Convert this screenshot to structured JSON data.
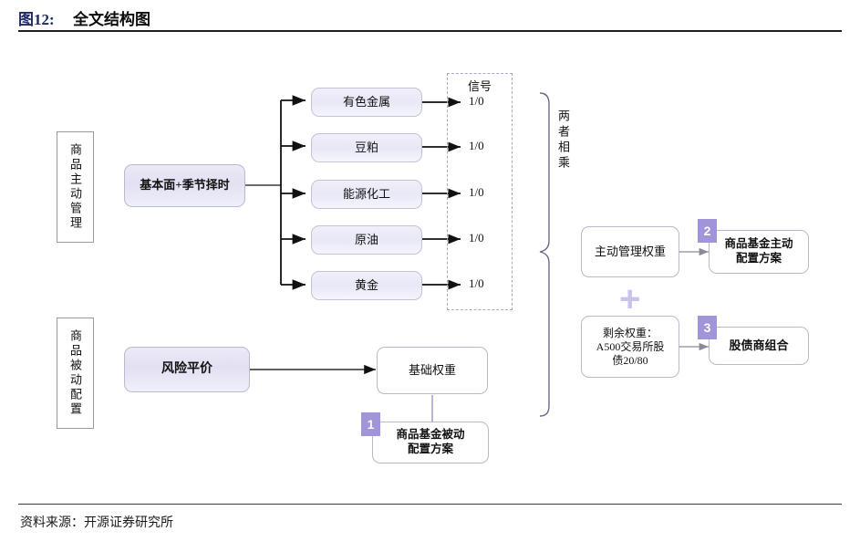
{
  "header": {
    "fig_label": "图12:",
    "title": "全文结构图"
  },
  "footer": {
    "source": "资料来源：开源证券研究所"
  },
  "colors": {
    "fig_label": "#1f2a63",
    "badge": "#a294d9",
    "plus": "#c9c2ea",
    "box_lavender": "#e4e2f3",
    "box_border": "#b9b9cf",
    "dashed_border": "#a9a9bb"
  },
  "side_labels": [
    {
      "text": "商品主动管理"
    },
    {
      "text": "商品被动配置"
    }
  ],
  "nodes": {
    "strategy_active": {
      "label": "基本面+季节择时"
    },
    "risk_parity": {
      "label": "风险平价"
    },
    "base_weight": {
      "label": "基础权重"
    },
    "active_weight": {
      "label": "主动管理权重"
    },
    "residual_weight": {
      "label": "剩余权重：\nA500交易所股\n债20/80"
    },
    "passive_plan": {
      "label": "商品基金被动\n配置方案"
    },
    "active_plan": {
      "label": "商品基金主动\n配置方案"
    },
    "mixed_portfolio": {
      "label": "股债商组合"
    }
  },
  "commodities": [
    {
      "label": "有色金属",
      "signal": "1/0"
    },
    {
      "label": "豆粕",
      "signal": "1/0"
    },
    {
      "label": "能源化工",
      "signal": "1/0"
    },
    {
      "label": "原油",
      "signal": "1/0"
    },
    {
      "label": "黄金",
      "signal": "1/0"
    }
  ],
  "signal_group": {
    "title": "信号"
  },
  "brace": {
    "label": "两者相乘"
  },
  "badges": [
    {
      "number": "1"
    },
    {
      "number": "2"
    },
    {
      "number": "3"
    }
  ],
  "operators": {
    "plus": "+"
  }
}
